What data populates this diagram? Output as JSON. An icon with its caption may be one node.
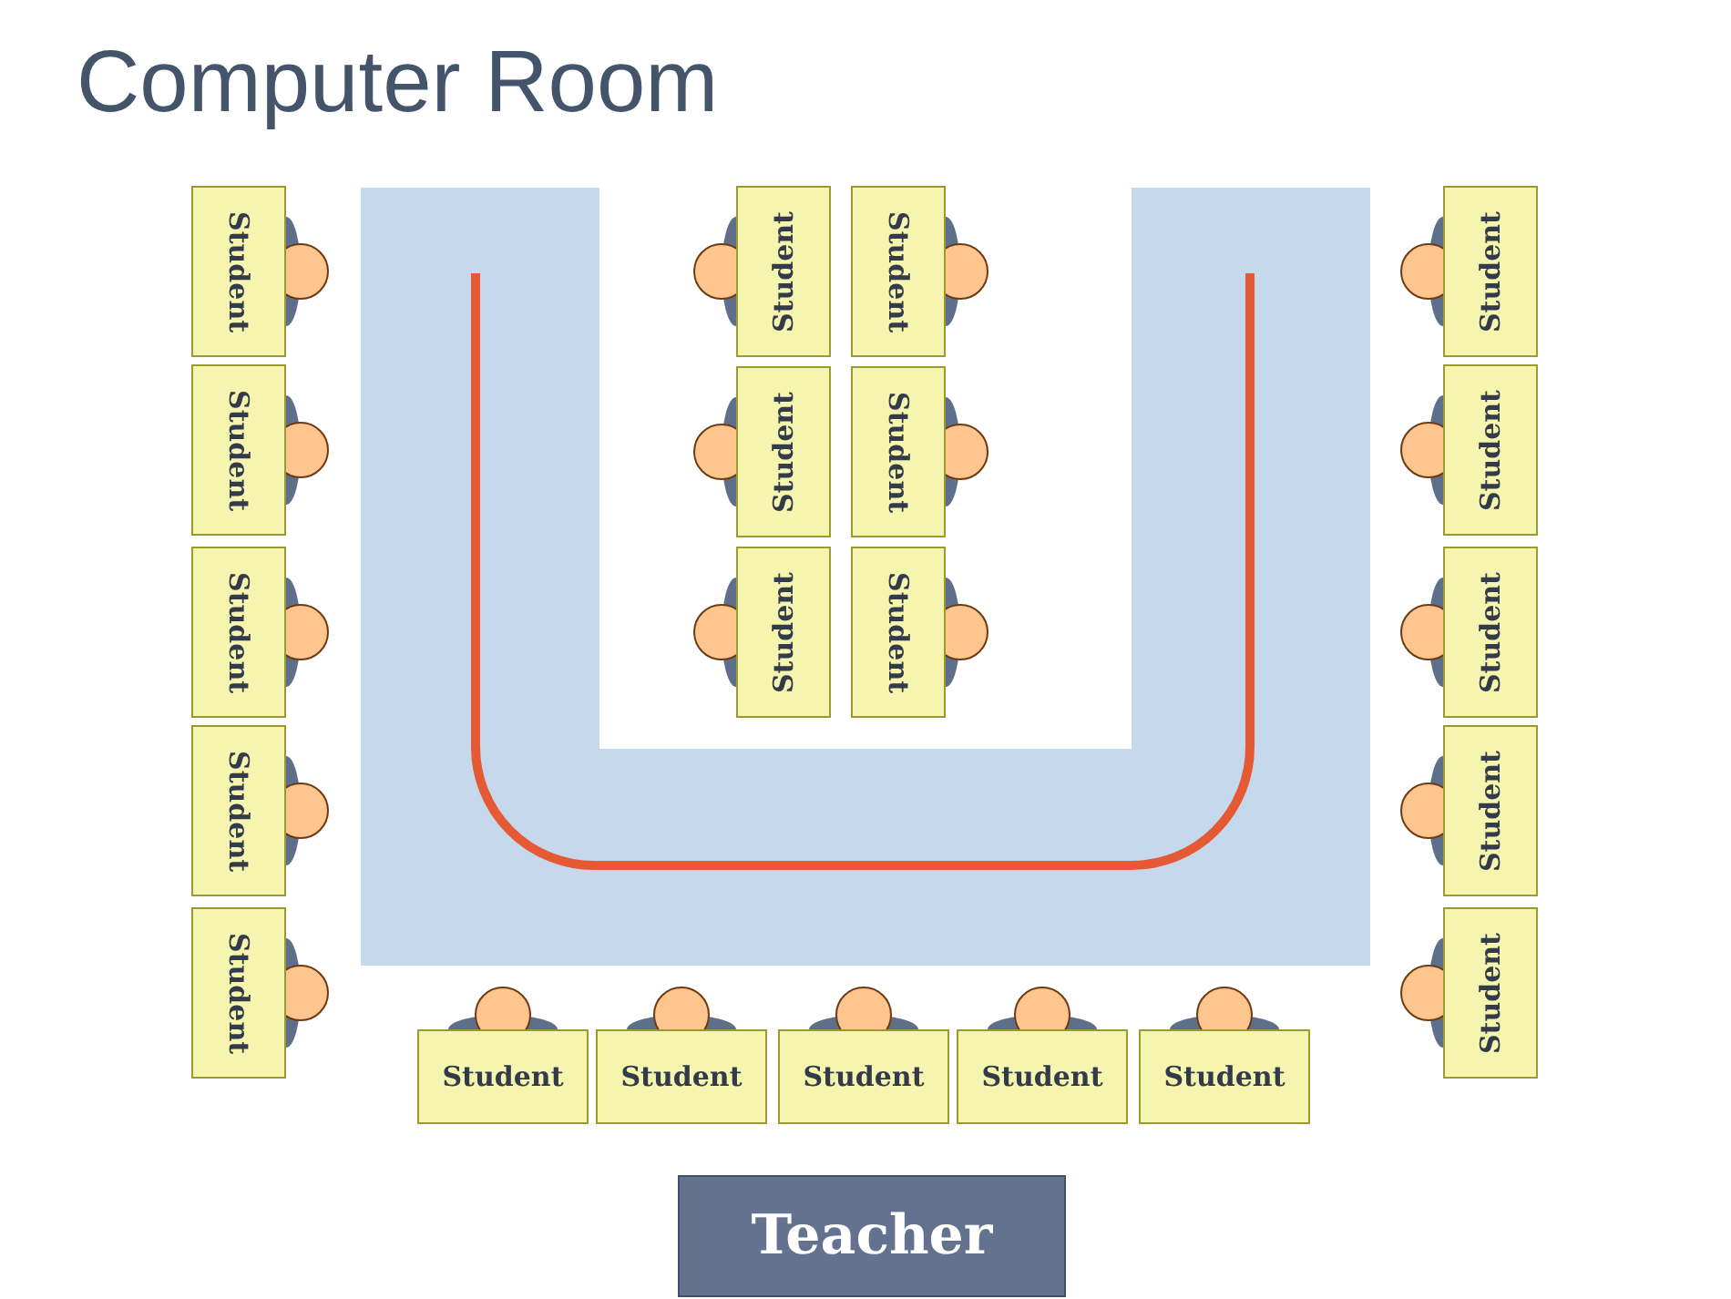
{
  "diagram": {
    "title": "Computer Room",
    "nodes": [
      {
        "text": [
          "Student"
        ]
      },
      {
        "text": [
          "Student"
        ]
      },
      {
        "text": [
          "Student"
        ]
      },
      {
        "text": [
          "Student"
        ]
      },
      {
        "text": [
          "Student"
        ]
      },
      {
        "text": [
          "Student"
        ]
      },
      {
        "text": [
          "Student"
        ]
      },
      {
        "text": [
          "Student"
        ]
      },
      {
        "text": [
          "Student"
        ]
      },
      {
        "text": [
          "Student"
        ]
      },
      {
        "text": [
          "Student"
        ]
      },
      {
        "text": [
          "Student"
        ]
      },
      {
        "text": [
          "Student"
        ]
      },
      {
        "text": [
          "Student"
        ]
      },
      {
        "text": [
          "Student"
        ]
      },
      {
        "text": [
          "Student"
        ]
      },
      {
        "text": [
          "Student"
        ]
      },
      {
        "text": [
          "Student"
        ]
      },
      {
        "text": [
          "Student"
        ]
      },
      {
        "text": [
          "Student"
        ]
      },
      {
        "text": [
          "Student"
        ]
      },
      {
        "text": [
          "Teacher"
        ]
      }
    ]
  }
}
